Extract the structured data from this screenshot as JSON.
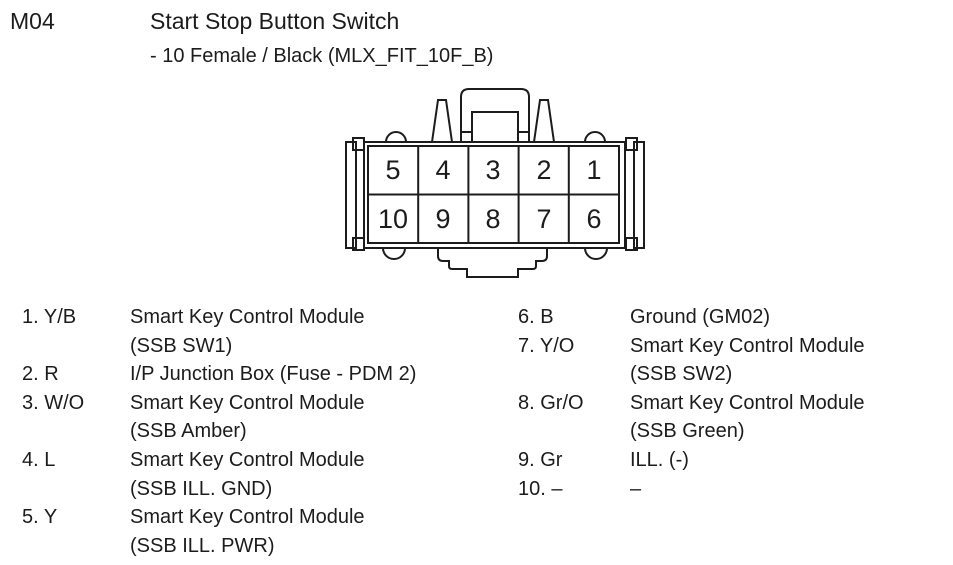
{
  "header": {
    "connector_id": "M04",
    "title": "Start Stop Button Switch",
    "subtitle": "- 10 Female / Black (MLX_FIT_10F_B)"
  },
  "connector": {
    "description": "10-pin female connector, black, front view, 2 rows of 5 cavities",
    "outline_color": "#1c1c1c",
    "pins_top_row": [
      "5",
      "4",
      "3",
      "2",
      "1"
    ],
    "pins_bottom_row": [
      "10",
      "9",
      "8",
      "7",
      "6"
    ]
  },
  "pin_table": {
    "left": [
      {
        "label": "1. Y/B",
        "lines": [
          "Smart Key Control Module",
          "(SSB SW1)"
        ]
      },
      {
        "label": "2. R",
        "lines": [
          "I/P Junction Box (Fuse - PDM 2)"
        ]
      },
      {
        "label": "3. W/O",
        "lines": [
          "Smart Key Control Module",
          "(SSB Amber)"
        ]
      },
      {
        "label": "4. L",
        "lines": [
          "Smart Key Control Module",
          "(SSB ILL. GND)"
        ]
      },
      {
        "label": "5. Y",
        "lines": [
          "Smart Key Control Module",
          "(SSB ILL. PWR)"
        ]
      }
    ],
    "right": [
      {
        "label": "6. B",
        "lines": [
          "Ground (GM02)"
        ]
      },
      {
        "label": "7. Y/O",
        "lines": [
          "Smart Key Control Module",
          "(SSB SW2)"
        ]
      },
      {
        "label": "8. Gr/O",
        "lines": [
          "Smart Key Control Module",
          "(SSB Green)"
        ]
      },
      {
        "label": "9. Gr",
        "lines": [
          "ILL. (-)"
        ]
      },
      {
        "label": "10. –",
        "lines": [
          "–"
        ]
      }
    ]
  }
}
